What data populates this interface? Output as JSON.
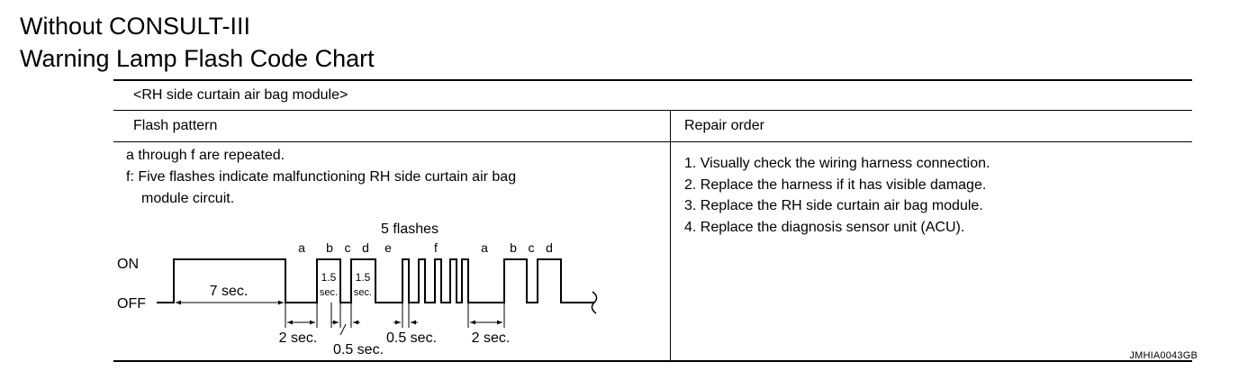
{
  "title_line1": "Without CONSULT-III",
  "title_line2": "Warning Lamp Flash Code Chart",
  "table": {
    "module_label": "<RH side curtain air bag module>",
    "col1_header": "Flash pattern",
    "col2_header": "Repair order",
    "flash_desc": {
      "line1": "a through f are repeated.",
      "line2": "f: Five flashes indicate malfunctioning RH side curtain air bag",
      "line3": "module circuit."
    },
    "repair_steps": [
      "1. Visually check the wiring harness connection.",
      "2. Replace the harness if it has visible damage.",
      "3. Replace the RH side curtain air bag module.",
      "4. Replace the diagnosis sensor unit (ACU)."
    ]
  },
  "diagram": {
    "on_label": "ON",
    "off_label": "OFF",
    "flashes_label": "5 flashes",
    "seg_a": "a",
    "seg_b": "b",
    "seg_c": "c",
    "seg_d": "d",
    "seg_e": "e",
    "seg_f": "f",
    "seg_a2": "a",
    "seg_b2": "b",
    "seg_c2": "c",
    "seg_d2": "d",
    "seven_sec": "7 sec.",
    "pulse_num": "1.5",
    "pulse_unit": "sec.",
    "two_sec_1": "2 sec.",
    "half_sec_1": "0.5 sec.",
    "half_sec_2": "0.5 sec.",
    "two_sec_2": "2 sec."
  },
  "image_code": "JMHIA0043GB"
}
